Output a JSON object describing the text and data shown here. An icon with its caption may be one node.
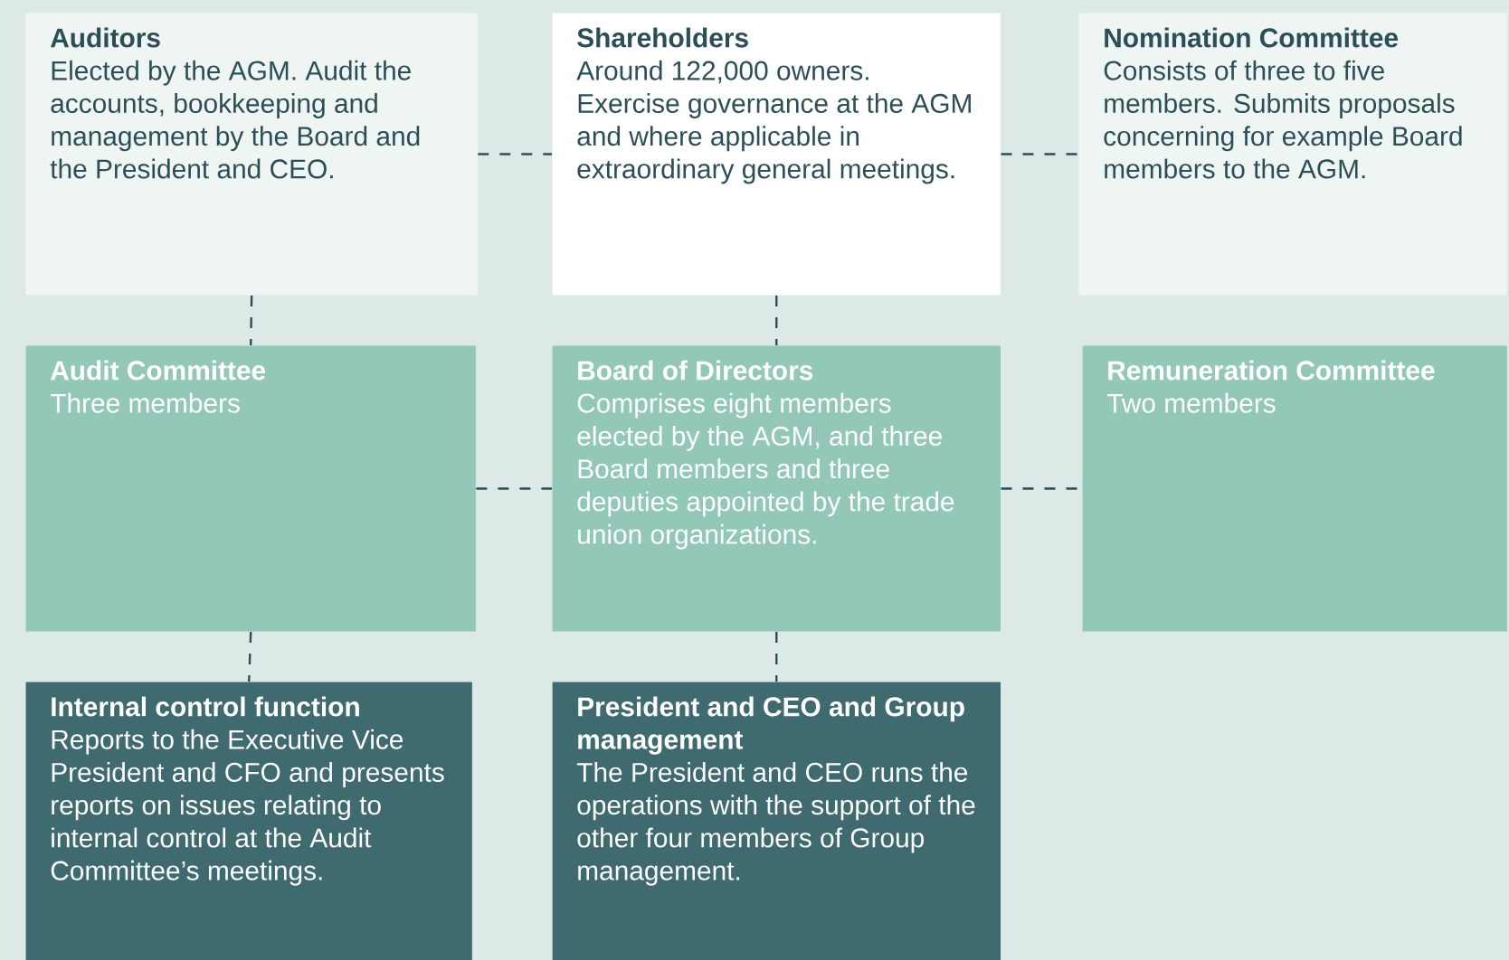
{
  "diagram": {
    "nodes": [
      {
        "text": [
          "Auditors",
          "Elected by the AGM. Audit the accounts, bookkeeping and management by the Board and the President and CEO."
        ]
      },
      {
        "text": [
          "Shareholders",
          "Around 122,000 owners. Exercise governance at the AGM and where applicable in extraordinary general meetings."
        ]
      },
      {
        "text": [
          "Nomination Committee",
          "Consists of three to five members. Submits proposals concerning for example Board members to the AGM."
        ]
      },
      {
        "text": [
          "Audit Committee",
          "Three members"
        ]
      },
      {
        "text": [
          "Board of Directors",
          "Comprises eight members elected by the AGM, and three Board members and three deputies appointed by the trade union organizations."
        ]
      },
      {
        "text": [
          "Remuneration Committee",
          "Two members"
        ]
      },
      {
        "text": [
          "Internal control function",
          "Reports to the Executive Vice President and CFO and presents reports on issues relating to internal control at the Audit Committee’s meetings."
        ]
      },
      {
        "text": [
          "President and CEO and Group management",
          "The President and CEO runs the operations with the support of the other four members of Group management."
        ]
      }
    ],
    "edges": [
      {
        "from": 0,
        "to": 1,
        "arrow": "none",
        "style": "dashed"
      },
      {
        "from": 1,
        "to": 2,
        "arrow": "none",
        "style": "dashed"
      },
      {
        "from": 0,
        "to": 3,
        "arrow": "none",
        "style": "dashed"
      },
      {
        "from": 1,
        "to": 4,
        "arrow": "none",
        "style": "dashed"
      },
      {
        "from": 3,
        "to": 4,
        "arrow": "none",
        "style": "dashed"
      },
      {
        "from": 4,
        "to": 5,
        "arrow": "none",
        "style": "dashed"
      },
      {
        "from": 3,
        "to": 6,
        "arrow": "none",
        "style": "dashed"
      },
      {
        "from": 4,
        "to": 7,
        "arrow": "none",
        "style": "dashed"
      }
    ]
  }
}
